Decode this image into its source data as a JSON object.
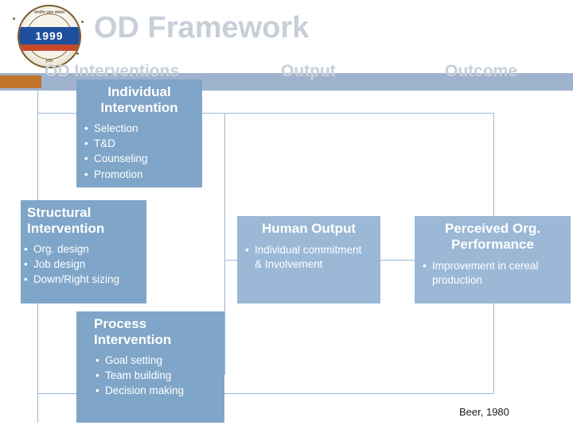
{
  "slide": {
    "title": "OD Framework",
    "citation": "Beer, 1980"
  },
  "logo": {
    "top_script": "भारतीय प्रबंध संस्थान",
    "year": "1999",
    "bottom_script": "इन्दौर"
  },
  "columns": [
    {
      "label": "OD Interventions"
    },
    {
      "label": "Output"
    },
    {
      "label": "Outcome"
    }
  ],
  "boxes": {
    "individual": {
      "title_line1": "Individual",
      "title_line2": "Intervention",
      "bullets": [
        "Selection",
        "T&D",
        "Counseling",
        "Promotion"
      ]
    },
    "structural": {
      "title_line1": "Structural",
      "title_line2": "Intervention",
      "bullets": [
        "Org. design",
        "Job design",
        "Down/Right sizing"
      ]
    },
    "process": {
      "title_line1": "Process",
      "title_line2": "Intervention",
      "bullets": [
        "Goal setting",
        "Team building",
        "Decision making"
      ]
    },
    "human_output": {
      "title_line1": "Human Output",
      "bullets": [
        "Individual commitment  & Involvement"
      ]
    },
    "perceived": {
      "title_line1": "Perceived Org.",
      "title_line2": "Performance",
      "bullets": [
        "Improvement  in cereal production"
      ]
    }
  },
  "colors": {
    "title": "#C8CFD8",
    "band": "#9FB3CE",
    "accent": "#C2742C",
    "box": "#7FA5C8",
    "box_light": "#9BB8D6",
    "connector": "#9BB7D4"
  }
}
